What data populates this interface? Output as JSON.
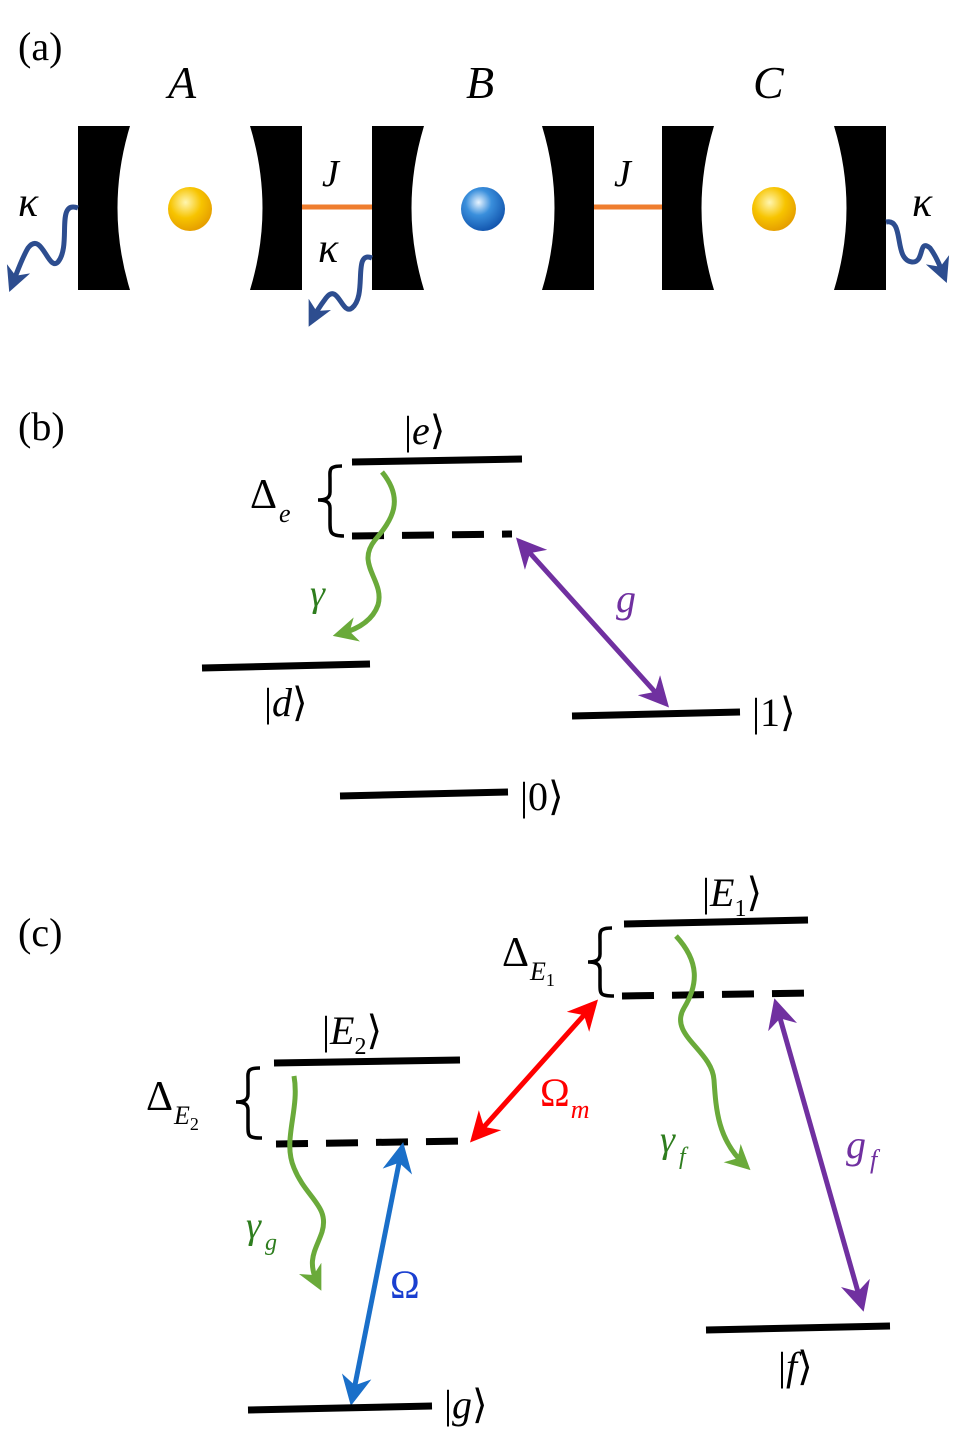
{
  "panel_a": {
    "label": "(a)",
    "cavities": [
      "A",
      "B",
      "C"
    ],
    "coupling": "J",
    "decay": "κ",
    "colors": {
      "atom_side": "#f5b400",
      "atom_center": "#1a6fc9",
      "coupling": "#ef7d2e",
      "decay": "#2d4d8f",
      "mirror": "#000000"
    }
  },
  "panel_b": {
    "label": "(b)",
    "state_e": "e",
    "state_d": "d",
    "state_1": "1",
    "state_0": "0",
    "detuning": "Δ",
    "detuning_sub": "e",
    "decay": "γ",
    "coupling": "g",
    "colors": {
      "decay": "#6aaa3a",
      "coupling": "#7030a0"
    }
  },
  "panel_c": {
    "label": "(c)",
    "state_E1": "E",
    "state_E1_sub": "1",
    "state_E2": "E",
    "state_E2_sub": "2",
    "state_g": "g",
    "state_f": "f",
    "detuning": "Δ",
    "detuning_E1_sub": "E",
    "detuning_E1_subsub": "1",
    "detuning_E2_sub": "E",
    "detuning_E2_subsub": "2",
    "gamma_f": "γ",
    "gamma_f_sub": "f",
    "gamma_g": "γ",
    "gamma_g_sub": "g",
    "g_f": "g",
    "g_f_sub": "f",
    "omega": "Ω",
    "omega_m": "Ω",
    "omega_m_sub": "m",
    "colors": {
      "decay": "#6aaa3a",
      "coupling": "#7030a0",
      "omega": "#1a6fc9",
      "omega_m": "#ff0000"
    }
  }
}
